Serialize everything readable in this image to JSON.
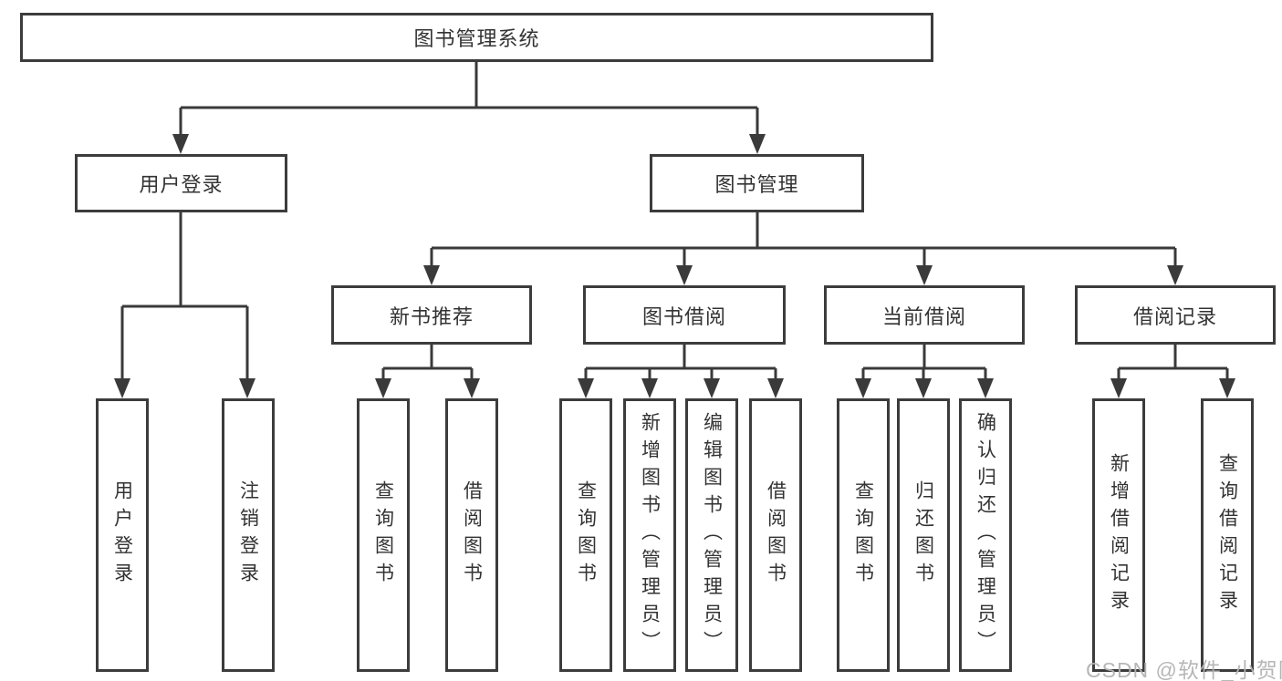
{
  "diagram_title": "图书管理系统",
  "tree": {
    "label": "图书管理系统",
    "children": [
      {
        "label": "用户登录",
        "children": [
          {
            "label": "用户登录"
          },
          {
            "label": "注销登录"
          }
        ]
      },
      {
        "label": "图书管理",
        "children": [
          {
            "label": "新书推荐",
            "children": [
              {
                "label": "查询图书"
              },
              {
                "label": "借阅图书"
              }
            ]
          },
          {
            "label": "图书借阅",
            "children": [
              {
                "label": "查询图书"
              },
              {
                "label": "新增图书（管理员）"
              },
              {
                "label": "编辑图书（管理员）"
              },
              {
                "label": "借阅图书"
              }
            ]
          },
          {
            "label": "当前借阅",
            "children": [
              {
                "label": "查询图书"
              },
              {
                "label": "归还图书"
              },
              {
                "label": "确认归还（管理员）"
              }
            ]
          },
          {
            "label": "借阅记录",
            "children": [
              {
                "label": "新增借阅记录"
              },
              {
                "label": "查询借阅记录"
              }
            ]
          }
        ]
      }
    ]
  },
  "watermark": {
    "text": "CSDN @软件_小贺同学",
    "color": "#b3b3b3"
  },
  "colors": {
    "line": "#3a3a3a",
    "border": "#3c3c3c",
    "text": "#333333",
    "background": "#ffffff"
  }
}
